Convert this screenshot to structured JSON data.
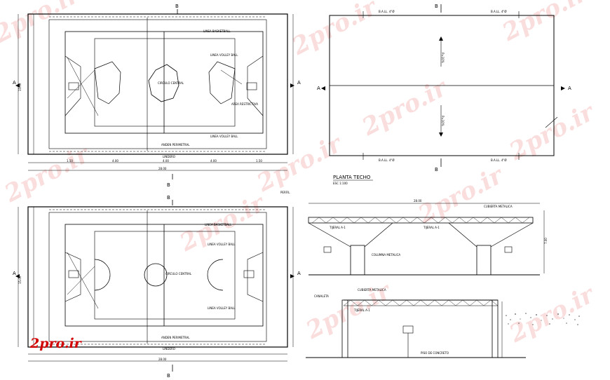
{
  "watermark": {
    "text": "2pro.ir",
    "color": "#d20000"
  },
  "plan_top": {
    "section_letter": "B",
    "elevation_letter": "A",
    "label_basket": "LINEA BASKETBALL",
    "label_volley": "LINEA VOLLEY BALL",
    "label_circle": "CIRCULO CENTRAL",
    "label_area": "AREA RESTRICTIVA",
    "label_apron": "ANDEN PERIMETRAL",
    "label_lindero": "LINDERO",
    "dim_total": "28.00",
    "dims_bottom": [
      "1.50",
      "4.00",
      "4.00",
      "4.00",
      "1.50"
    ],
    "dim_side": "15.00"
  },
  "plan_bottom": {
    "section_letter": "B",
    "elevation_letter": "A",
    "label_basket": "LINEA BASKETBALL",
    "label_volley": "LINEA VOLLEY BALL",
    "label_circle": "CIRCULO CENTRAL",
    "label_apron": "ANDEN PERIMETRAL",
    "label_lindero": "LINDERO",
    "label_top": "PERFIL",
    "dim_total": "28.00",
    "dim_side": "15.00"
  },
  "roof_plan": {
    "title": "PLANTA TECHO",
    "scale": "ESC 1:100",
    "section_letter": "B",
    "elevation_letter": "A",
    "corner_labels": [
      "B.A.LL. 4\"Ø",
      "B.A.LL. 4\"Ø",
      "B.A.LL. 4\"Ø",
      "B.A.LL. 4\"Ø"
    ],
    "slope_label": "P=10%"
  },
  "elevation": {
    "label_cover": "CUBIERTA METALICA",
    "label_truss": "TIJERAL A-1",
    "label_column": "COLUMNA METALICA",
    "dim_width": "28.00",
    "dim_height": "7.00"
  },
  "section": {
    "label_cover": "CUBIERTA METALICA",
    "label_truss": "TIJERAL A-1",
    "label_gutter": "CANALETA",
    "label_floor": "PISO DE CONCRETO"
  }
}
